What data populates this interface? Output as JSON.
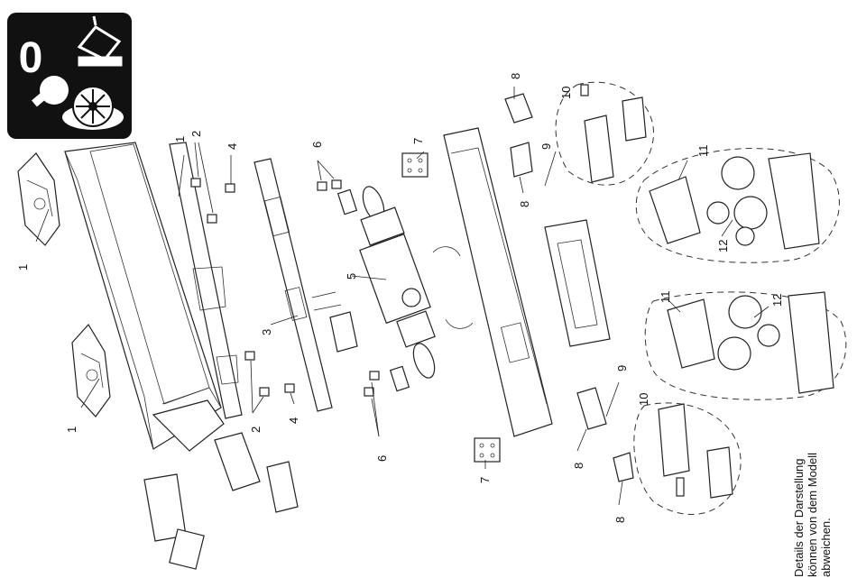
{
  "service_badge": {
    "digit": "0",
    "icons": [
      "oil-can-icon",
      "lamp-bulb-icon",
      "traction-tire-wheel-icon"
    ]
  },
  "callouts": [
    "1",
    "1",
    "2",
    "2",
    "4",
    "4",
    "1",
    "3",
    "6",
    "6",
    "5",
    "7",
    "7",
    "8",
    "8",
    "8",
    "8",
    "9",
    "9",
    "10",
    "10",
    "11",
    "11",
    "12",
    "12"
  ],
  "note_lines": [
    "Details der Darstellung",
    "können von dem Modell",
    "abweichen."
  ],
  "colors": {
    "badge_bg": "#111111",
    "line": "#222222",
    "paper": "#ffffff"
  }
}
